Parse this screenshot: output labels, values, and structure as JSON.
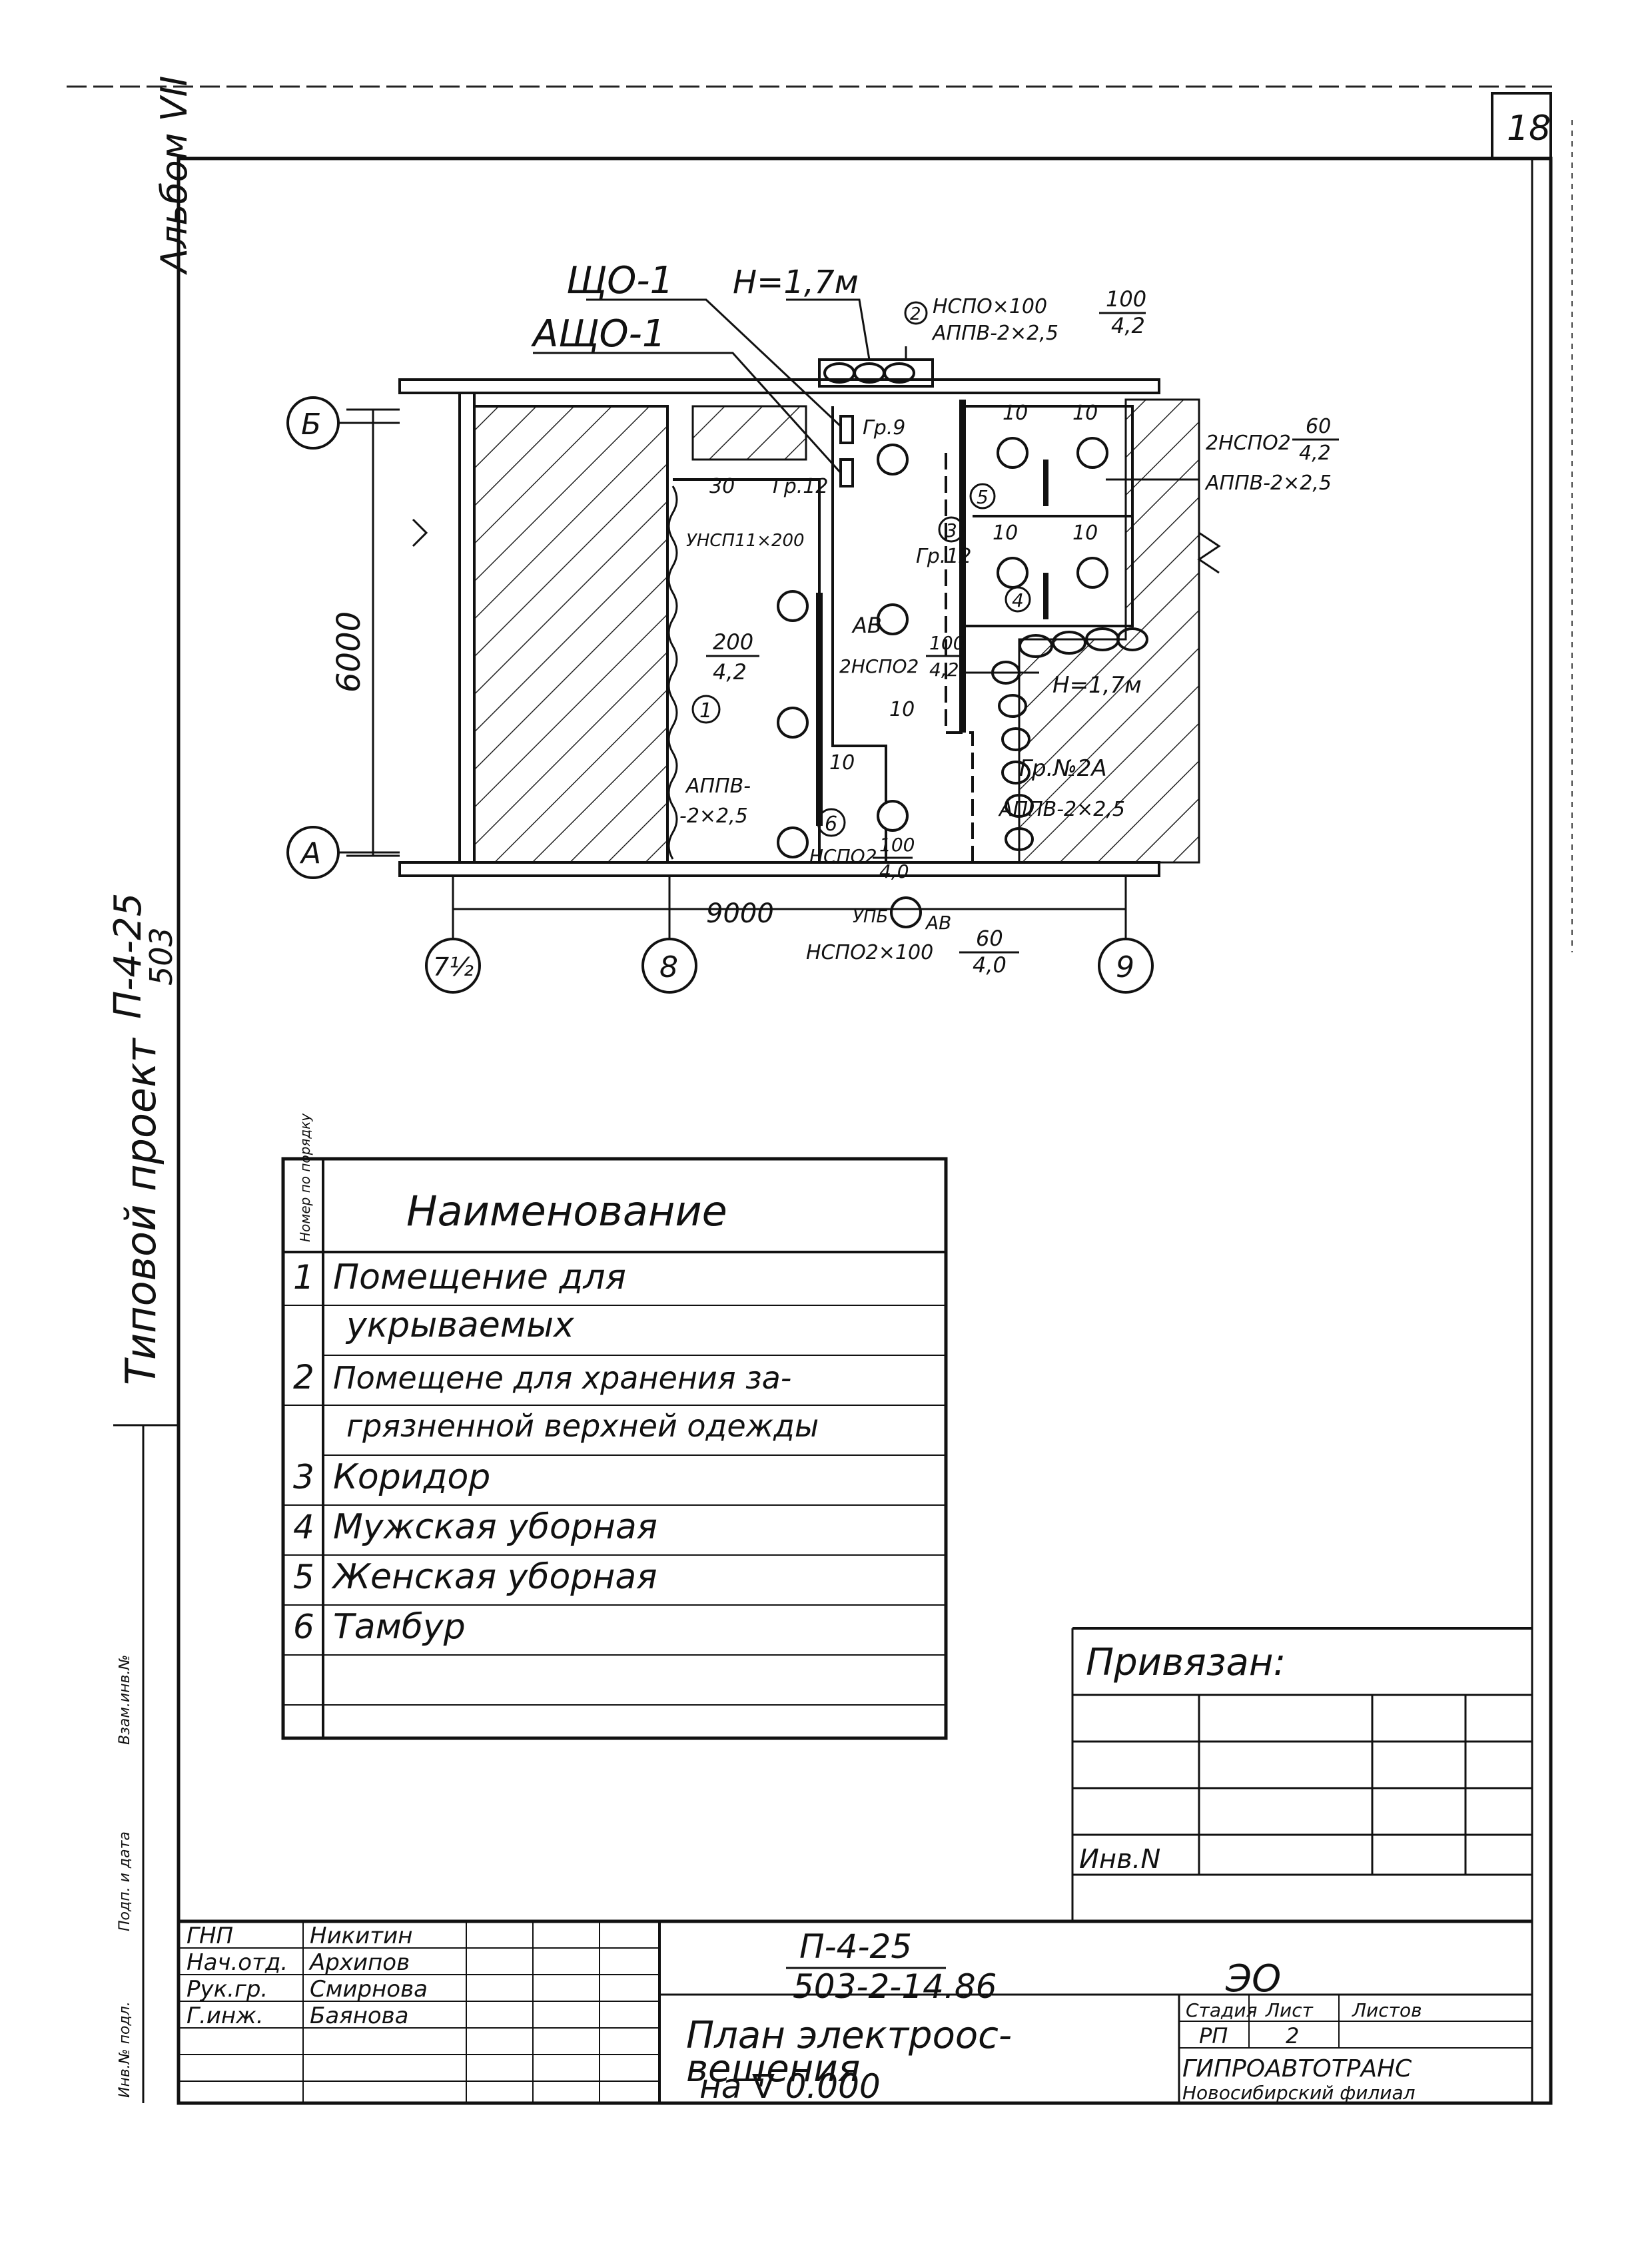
{
  "sheet_number": "18",
  "margin": {
    "album": "Альбом VII",
    "project_type": "Типовой проект",
    "project_code_top": "П-4-25",
    "project_code_bottom": "503",
    "stamp_col_1": "Инв.№ подл.",
    "stamp_col_2": "Подп. и дата",
    "stamp_col_3": "Взам.инв.№"
  },
  "plan": {
    "labels": {
      "shch": "ЩО-1",
      "h_top": "Н=1,7м",
      "ashch": "АЩО-1",
      "lamp_top_1": "НСПО×100",
      "lamp_top_2": "АППВ-2×2,5",
      "frac_top_num": "100",
      "frac_top_den": "4,2",
      "gr9": "Гр.9",
      "gr12a": "Гр.12",
      "gr12b": "Гр.12",
      "lbl30": "30",
      "lbl10a": "10",
      "lbl10b": "10",
      "lbl10c": "10",
      "lbl10d": "10",
      "lbl10e": "10",
      "lbl10f": "10",
      "right_lamp_1": "2НСПО2",
      "right_lamp_2": "АППВ-2×2,5",
      "frac_r_num": "60",
      "frac_r_den": "4,2",
      "uncp": "УНСП11×200",
      "frac1_num": "200",
      "frac1_den": "4,2",
      "ab1": "АВ",
      "lamp_mid": "2НСПО2",
      "frac_mid_num": "100",
      "frac_mid_den": "4,2",
      "h_mid": "Н=1,7м",
      "gr2a": "Гр.№2А",
      "appv_r": "АППВ-2×2,5",
      "appv_l1": "АППВ-",
      "appv_l2": "-2×2,5",
      "nspo_bot": "НСПО2",
      "frac6_num": "100",
      "frac6_den": "4,0",
      "dim_9000": "9000",
      "dim_6000": "6000",
      "unb": "УПБ",
      "ab2": "АВ",
      "nspo_b": "НСПО2×100",
      "frac_b_num": "60",
      "frac_b_den": "4,0",
      "axis_b": "Б",
      "axis_a": "А",
      "axis_71": "7½",
      "axis_8": "8",
      "axis_9": "9",
      "room_1": "1",
      "room_2": "2",
      "room_3": "3",
      "room_4": "4",
      "room_5": "5",
      "room_6": "6"
    }
  },
  "legend": {
    "header_num": "Номер по порядку",
    "header_name": "Наименование",
    "rows": [
      {
        "num": "1",
        "line1": "Помещение для",
        "line2": "укрываемых"
      },
      {
        "num": "2",
        "line1": "Помещене для хранения за-",
        "line2": "грязненной верхней одежды"
      },
      {
        "num": "3",
        "line1": "Коридор",
        "line2": ""
      },
      {
        "num": "4",
        "line1": "Мужская уборная",
        "line2": ""
      },
      {
        "num": "5",
        "line1": "Женская уборная",
        "line2": ""
      },
      {
        "num": "6",
        "line1": "Тамбур",
        "line2": ""
      }
    ]
  },
  "privyazan": {
    "title": "Привязан:",
    "inv": "Инв.N"
  },
  "title_block": {
    "code1": "П-4-25",
    "code2": "503-2-14.86",
    "mark": "ЭО",
    "people": [
      {
        "role": "ГНП",
        "name": "Никитин"
      },
      {
        "role": "Нач.отд.",
        "name": "Архипов"
      },
      {
        "role": "Рук.гр.",
        "name": "Смирнова"
      },
      {
        "role": "Г.инж.",
        "name": "Баянова"
      }
    ],
    "drawing_title_1": "План электроос-",
    "drawing_title_2": "вещения",
    "drawing_title_3": "на ∇ 0.000",
    "stage_h": "Стадия",
    "sheet_h": "Лист",
    "sheets_h": "Листов",
    "stage": "РП",
    "sheet": "2",
    "org1": "ГИПРОАВТОТРАНС",
    "org2": "Новосибирский филиал"
  }
}
